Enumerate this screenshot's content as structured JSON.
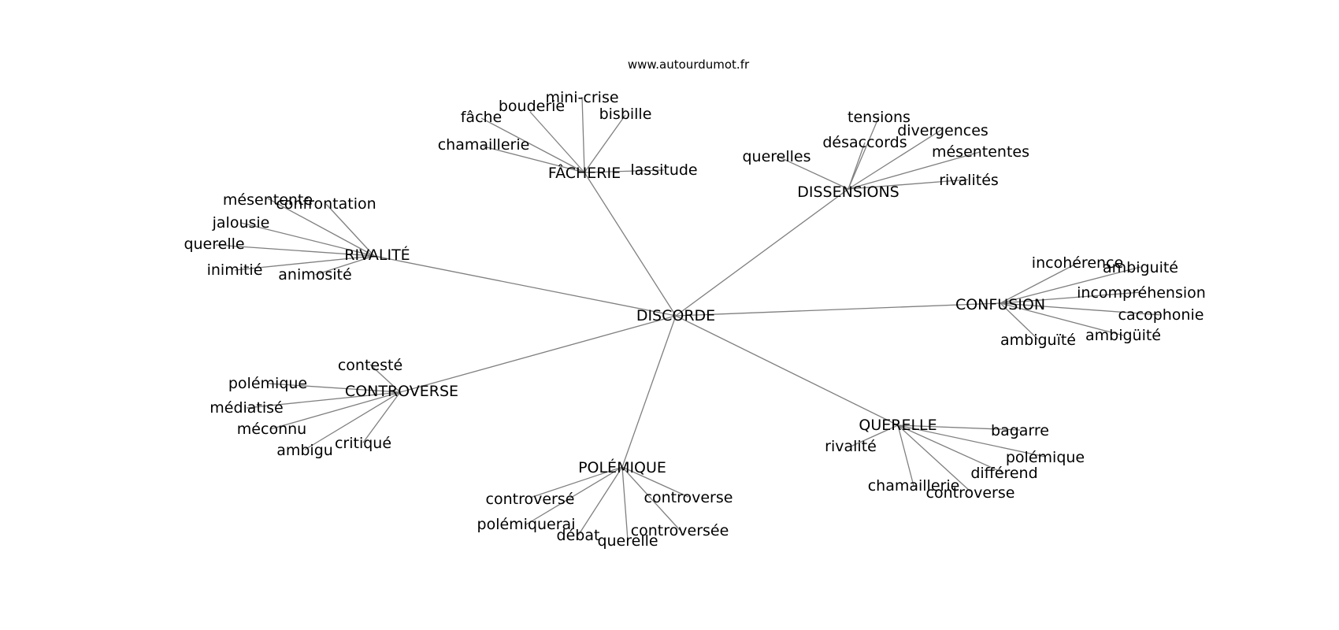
{
  "site": "www.autourdumot.fr",
  "root": "DISCORDE",
  "hubs": [
    {
      "label": "FÂCHERIE",
      "leaves": [
        "mini-crise",
        "bouderie",
        "bisbille",
        "fâche",
        "chamaillerie",
        "lassitude"
      ]
    },
    {
      "label": "DISSENSIONS",
      "leaves": [
        "tensions",
        "divergences",
        "désaccords",
        "mésententes",
        "querelles",
        "rivalités"
      ]
    },
    {
      "label": "RIVALITÉ",
      "leaves": [
        "mésentente",
        "confrontation",
        "jalousie",
        "querelle",
        "inimitié",
        "animosité"
      ]
    },
    {
      "label": "CONFUSION",
      "leaves": [
        "incohérence",
        "ambiguité",
        "incompréhension",
        "cacophonie",
        "ambigüité",
        "ambiguïté"
      ]
    },
    {
      "label": "CONTROVERSE",
      "leaves": [
        "contesté",
        "polémique",
        "médiatisé",
        "méconnu",
        "ambigu",
        "critiqué"
      ]
    },
    {
      "label": "QUERELLE",
      "leaves": [
        "bagarre",
        "rivalité",
        "polémique",
        "différend",
        "chamaillerie",
        "controverse"
      ]
    },
    {
      "label": "POLÉMIQUE",
      "leaves": [
        "controversé",
        "controverse",
        "polémiquerai",
        "débat",
        "querelle",
        "controversée"
      ]
    }
  ]
}
